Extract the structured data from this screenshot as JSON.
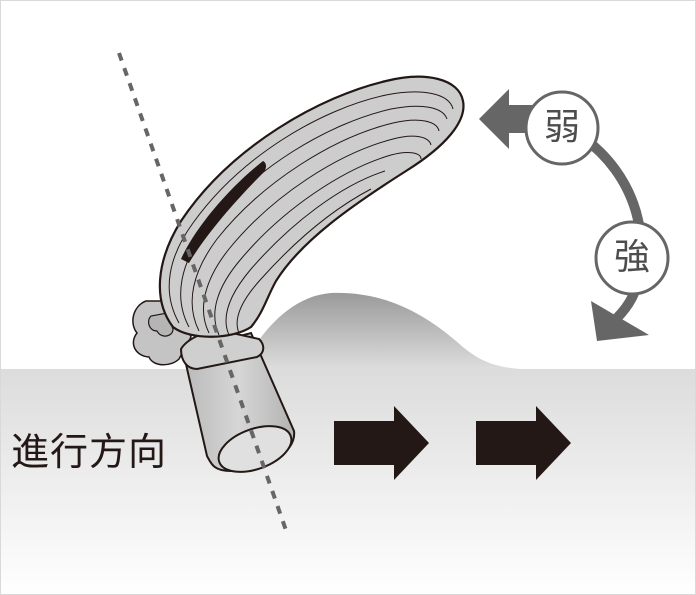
{
  "labels": {
    "direction": "進行方向",
    "weak": "弱",
    "strong": "強"
  },
  "icons": [
    "forward-arrow-icon",
    "rotate-arrow-icon"
  ],
  "colors": {
    "ground_top": "#e3e3e3",
    "mound": "#a8a8a8",
    "tool_fill": "#c8c8c8",
    "outline": "#231815",
    "arrow_dark": "#231815",
    "arrow_gray": "#666666"
  }
}
